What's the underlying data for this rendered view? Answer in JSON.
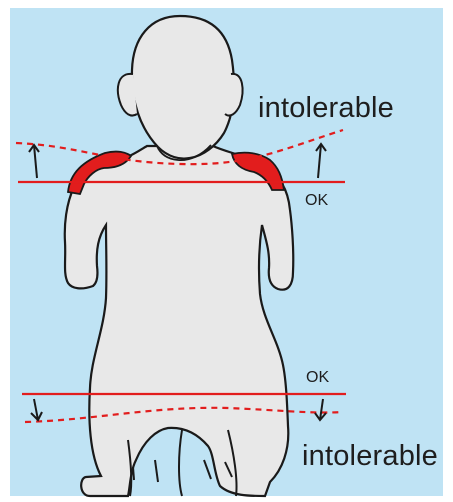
{
  "labels": {
    "top_intolerable": "intolerable",
    "top_ok": "OK",
    "bottom_ok": "OK",
    "bottom_intolerable": "intolerable"
  },
  "colors": {
    "background": "#bfe3f4",
    "figure_fill": "#e8e8e8",
    "figure_stroke": "#1a1a1a",
    "reference_line": "#e21d1d",
    "highlight": "#e21d1d"
  },
  "icons": {
    "figure": "seated-person-back-view",
    "arrows": "small-up-down-arrow"
  }
}
